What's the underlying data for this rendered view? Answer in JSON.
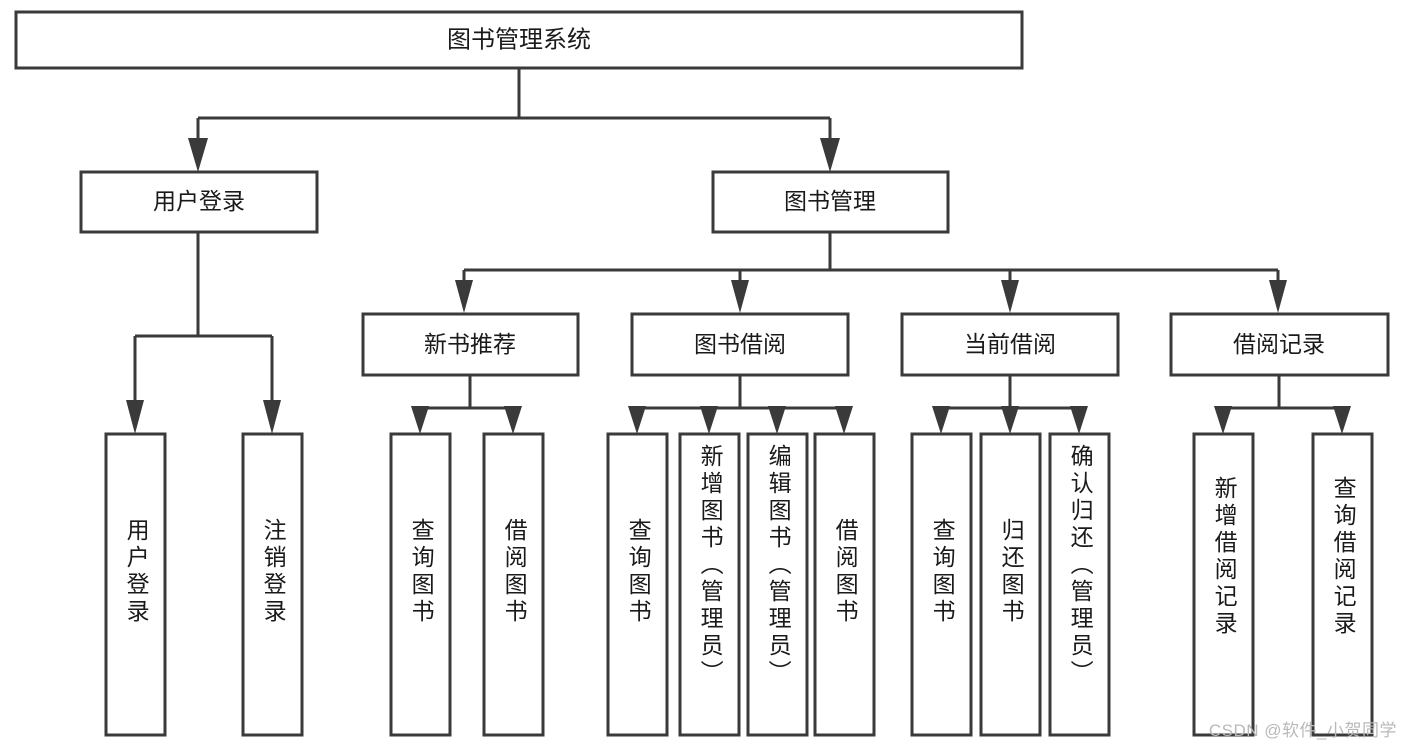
{
  "diagram": {
    "type": "tree",
    "title": "图书管理系统",
    "orientation": "top-down",
    "edge_style": "orthogonal-arrow",
    "colors": {
      "box_fill": "#ffffff",
      "box_stroke": "#3a3a3a",
      "text": "#1a1a1a",
      "background": "#ffffff",
      "watermark": "#b9b9b9"
    }
  },
  "nodes": {
    "root": {
      "label": "图书管理系统",
      "level": 0
    },
    "level1": [
      {
        "id": "user-login",
        "label": "用户登录"
      },
      {
        "id": "book-management",
        "label": "图书管理"
      }
    ],
    "level2": [
      {
        "id": "new-book-recommend",
        "label": "新书推荐"
      },
      {
        "id": "book-borrow",
        "label": "图书借阅"
      },
      {
        "id": "current-borrow",
        "label": "当前借阅"
      },
      {
        "id": "borrow-record",
        "label": "借阅记录"
      }
    ],
    "leaves": {
      "user-login": [
        {
          "id": "leaf-user-login",
          "label": "用户登录"
        },
        {
          "id": "leaf-logout",
          "label": "注销登录"
        }
      ],
      "new-book-recommend": [
        {
          "id": "leaf-query-book-1",
          "label": "查询图书"
        },
        {
          "id": "leaf-borrow-book-1",
          "label": "借阅图书"
        }
      ],
      "book-borrow": [
        {
          "id": "leaf-query-book-2",
          "label": "查询图书"
        },
        {
          "id": "leaf-add-book",
          "label": "新增图书（管理员）"
        },
        {
          "id": "leaf-edit-book",
          "label": "编辑图书（管理员）"
        },
        {
          "id": "leaf-borrow-book-2",
          "label": "借阅图书"
        }
      ],
      "current-borrow": [
        {
          "id": "leaf-query-book-3",
          "label": "查询图书"
        },
        {
          "id": "leaf-return-book",
          "label": "归还图书"
        },
        {
          "id": "leaf-confirm-return",
          "label": "确认归还（管理员）"
        }
      ],
      "borrow-record": [
        {
          "id": "leaf-add-record",
          "label": "新增借阅记录"
        },
        {
          "id": "leaf-query-record",
          "label": "查询借阅记录"
        }
      ]
    }
  },
  "watermark": {
    "text": "CSDN @软件_小贺同学"
  }
}
